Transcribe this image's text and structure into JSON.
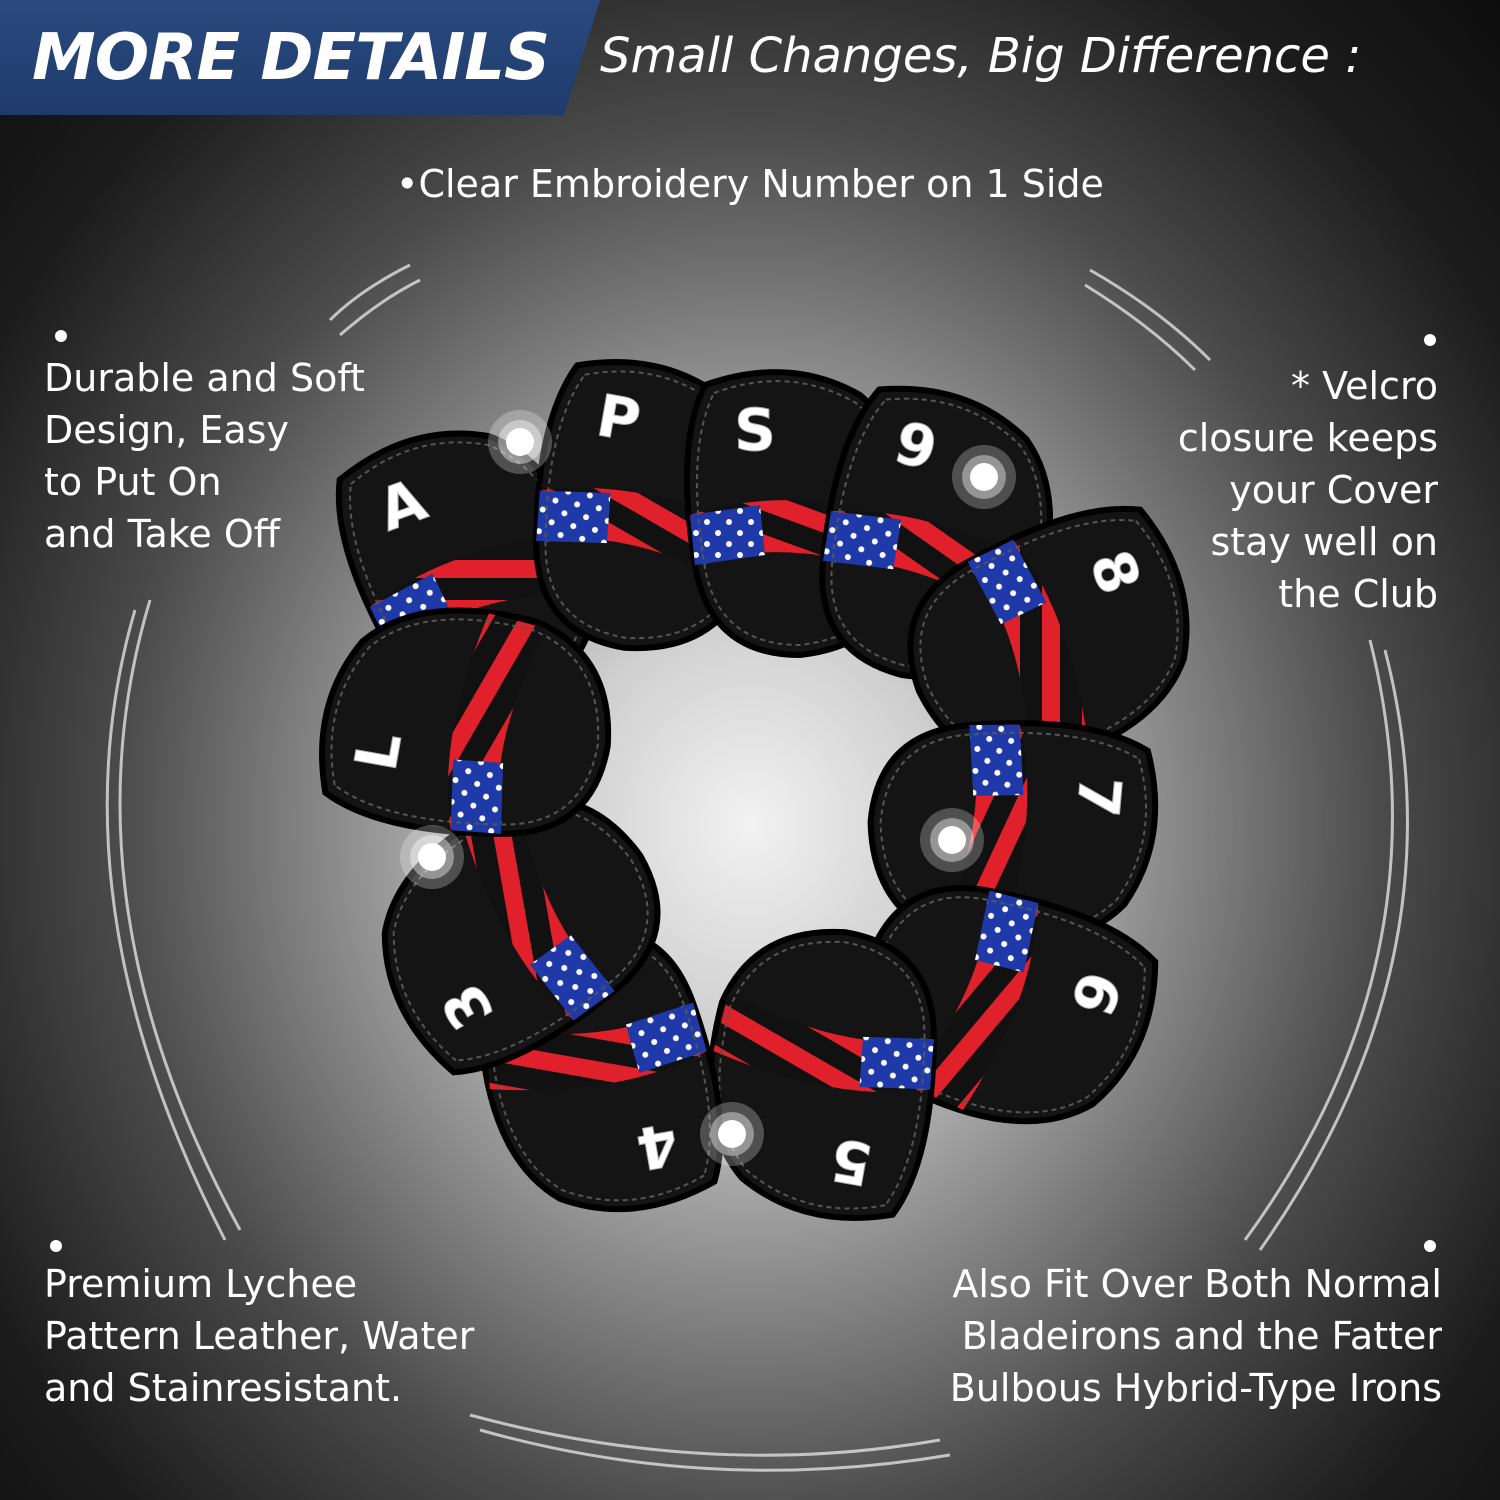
{
  "header": {
    "banner": "MORE DETAILS",
    "subtitle": "Small Changes, Big Difference :"
  },
  "features": {
    "top": "•Clear Embroidery Number on 1 Side",
    "top_left": [
      "Durable and Soft",
      "Design, Easy",
      "to Put On",
      "and Take Off"
    ],
    "top_right": [
      "* Velcro",
      "closure keeps",
      "your Cover",
      "stay well on",
      "the Club"
    ],
    "bottom_left": [
      "Premium Lychee",
      "Pattern Leather, Water",
      "and Stainresistant."
    ],
    "bottom_right": [
      "Also Fit Over Both Normal",
      "Bladeirons and the Fatter",
      "Bulbous Hybrid-Type Irons"
    ]
  },
  "covers": [
    {
      "label": "A"
    },
    {
      "label": "P"
    },
    {
      "label": "S"
    },
    {
      "label": "9"
    },
    {
      "label": "8"
    },
    {
      "label": "7"
    },
    {
      "label": "6"
    },
    {
      "label": "5"
    },
    {
      "label": "4"
    },
    {
      "label": "3"
    },
    {
      "label": "L"
    }
  ],
  "colors": {
    "banner": "#1e3b6b",
    "leather": "#111111",
    "stripe_red": "#e0202a",
    "star_blue": "#1f3aa8"
  }
}
